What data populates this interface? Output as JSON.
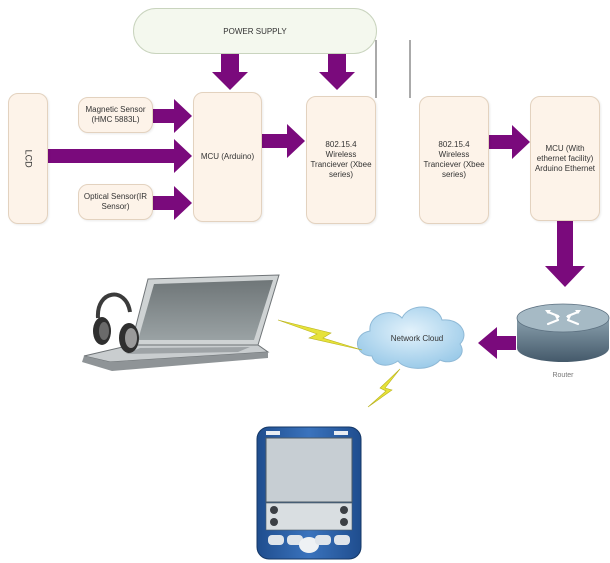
{
  "colors": {
    "arrow": "#7a0a7c",
    "box_fill": "#fdf3e9",
    "box_border": "#e3d2bf",
    "supply_fill": "#f4f8ee",
    "cloud": "#b9dcf1",
    "lightning": "#e6e23a"
  },
  "blocks": {
    "power_supply": "POWER SUPPLY",
    "lcd": "LCD",
    "magnetic_sensor": "Magnetic Sensor (HMC 5883L)",
    "optical_sensor": "Optical Sensor(IR Sensor)",
    "mcu_arduino": "MCU (Arduino)",
    "xbee_tx": "802.15.4 Wireless Tranciever (Xbee series)",
    "xbee_rx": "802.15.4 Wireless Tranciever (Xbee series)",
    "mcu_ethernet": "MCU (With ethernet facility) Arduino Ethernet",
    "network_cloud": "Network Cloud",
    "router": "Router"
  },
  "icons": {
    "laptop": "laptop-with-headphones-icon",
    "pda": "pda-device-icon",
    "router": "router-icon",
    "cloud": "cloud-icon",
    "wireless": "lightning-bolt-icon"
  }
}
